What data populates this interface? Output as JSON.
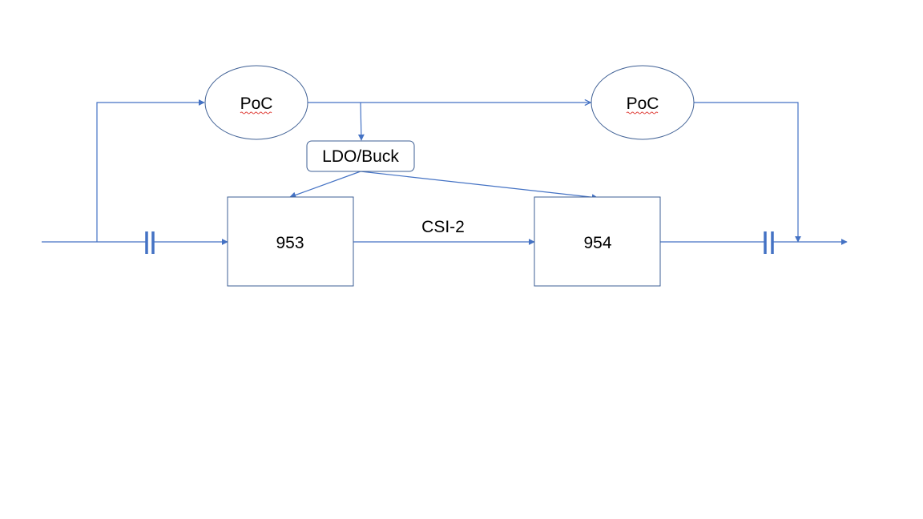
{
  "nodes": {
    "poc_left": "PoC",
    "poc_right": "PoC",
    "regulator": "LDO/Buck",
    "serializer": "953",
    "deserializer": "954"
  },
  "links": {
    "csi": "CSI-2"
  },
  "colors": {
    "wire": "#4472c4",
    "outline": "#3e5f94",
    "spellcheck_underline": "#e0403a"
  }
}
